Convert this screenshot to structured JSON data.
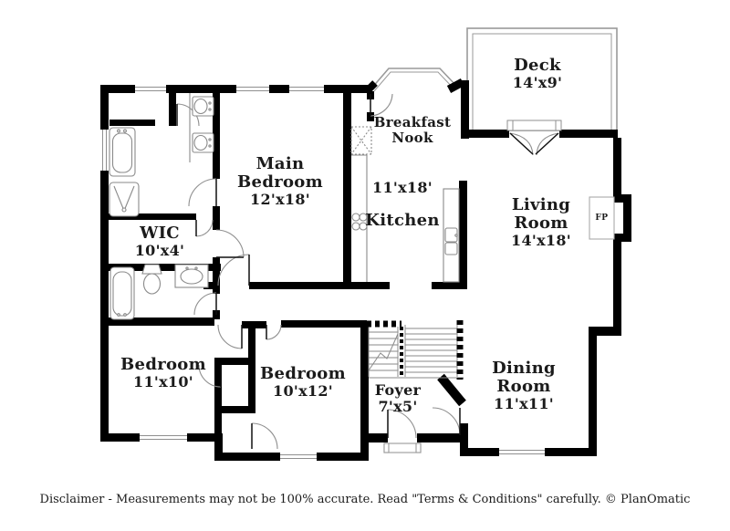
{
  "floorplan": {
    "rooms": {
      "deck": {
        "name": "Deck",
        "dims": "14'x9'"
      },
      "breakfast_nook": {
        "name_line1": "Breakfast",
        "name_line2": "Nook"
      },
      "kitchen": {
        "dims": "11'x18'",
        "name": "Kitchen"
      },
      "living_room": {
        "name_line1": "Living",
        "name_line2": "Room",
        "dims": "14'x18'"
      },
      "main_bedroom": {
        "name_line1": "Main",
        "name_line2": "Bedroom",
        "dims": "12'x18'"
      },
      "wic": {
        "name": "WIC",
        "dims": "10'x4'"
      },
      "bedroom_left": {
        "name": "Bedroom",
        "dims": "11'x10'"
      },
      "bedroom_center": {
        "name": "Bedroom",
        "dims": "10'x12'"
      },
      "foyer": {
        "name": "Foyer",
        "dims": "7'x5'"
      },
      "dining_room": {
        "name_line1": "Dining",
        "name_line2": "Room",
        "dims": "11'x11'"
      },
      "fireplace": {
        "abbr": "FP"
      }
    },
    "disclaimer": "Disclaimer - Measurements may not be 100% accurate. Read \"Terms & Conditions\" carefully. © PlanOmatic",
    "colors": {
      "wall": "#000000",
      "thin_line": "#8f8f8f",
      "text": "#1b1b1b",
      "background": "#ffffff"
    }
  }
}
